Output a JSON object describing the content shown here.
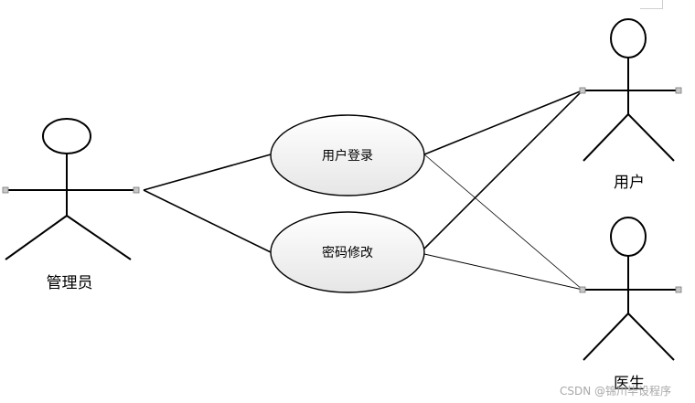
{
  "actors": {
    "admin": {
      "label": "管理员"
    },
    "user": {
      "label": "用户"
    },
    "doctor": {
      "label": "医生"
    }
  },
  "use_cases": {
    "login": {
      "label": "用户登录"
    },
    "change_password": {
      "label": "密码修改"
    }
  },
  "watermark": {
    "text": "CSDN @锦川毕设程序"
  },
  "colors": {
    "stroke": "#000000",
    "ellipse_fill_top": "#ffffff",
    "ellipse_fill_bottom": "#e6e6e6",
    "handle_fill": "#c8c8c8"
  }
}
